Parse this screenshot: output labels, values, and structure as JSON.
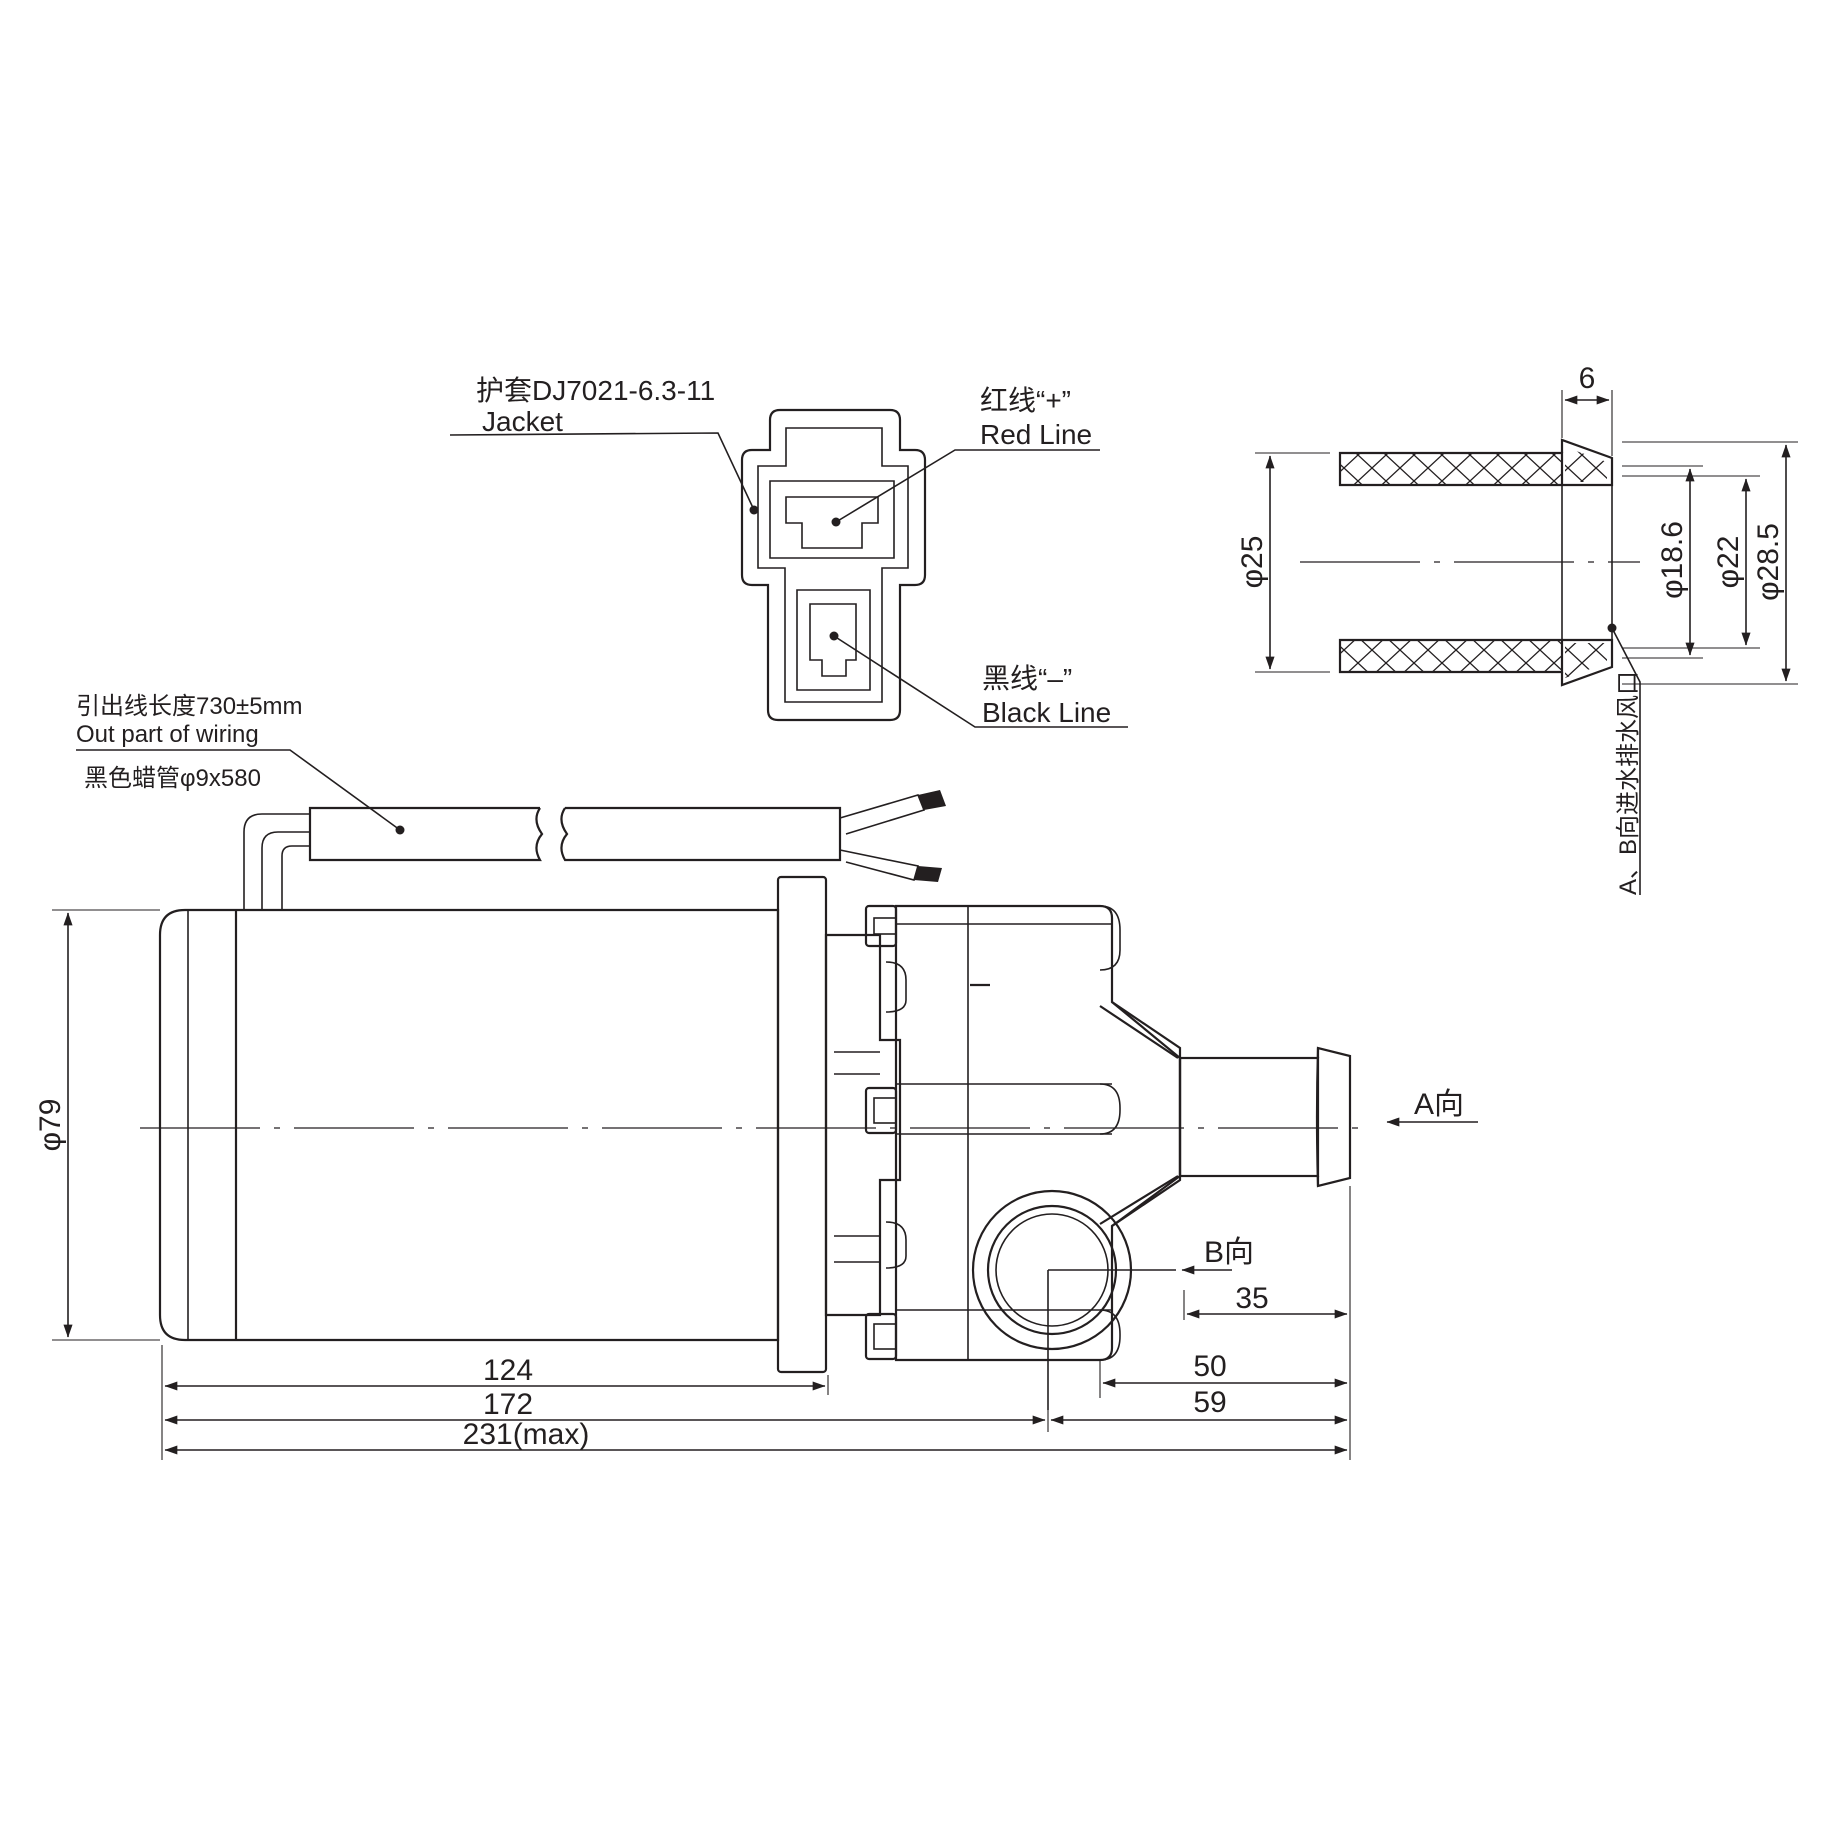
{
  "connector": {
    "jacket_cn": "护套DJ7021-6.3-11",
    "jacket_en": "Jacket",
    "red_cn": "红线“+”",
    "red_en": "Red Line",
    "black_cn": "黑线“–”",
    "black_en": "Black Line"
  },
  "wiring": {
    "length_cn": "引出线长度730±5mm",
    "length_en": "Out part of wiring",
    "sleeve_cn": "黑色蜡管φ9x580"
  },
  "nozzle": {
    "dim_6": "6",
    "dim_25": "φ25",
    "dim_18_6": "φ18.6",
    "dim_22": "φ22",
    "dim_28_5": "φ28.5",
    "note": "A、B向进水排水风口"
  },
  "pump": {
    "dim_79": "φ79",
    "dir_a": "A向",
    "dir_b": "B向",
    "dim_35": "35",
    "dim_124": "124",
    "dim_172": "172",
    "dim_231": "231(max)",
    "dim_50": "50",
    "dim_59": "59"
  }
}
